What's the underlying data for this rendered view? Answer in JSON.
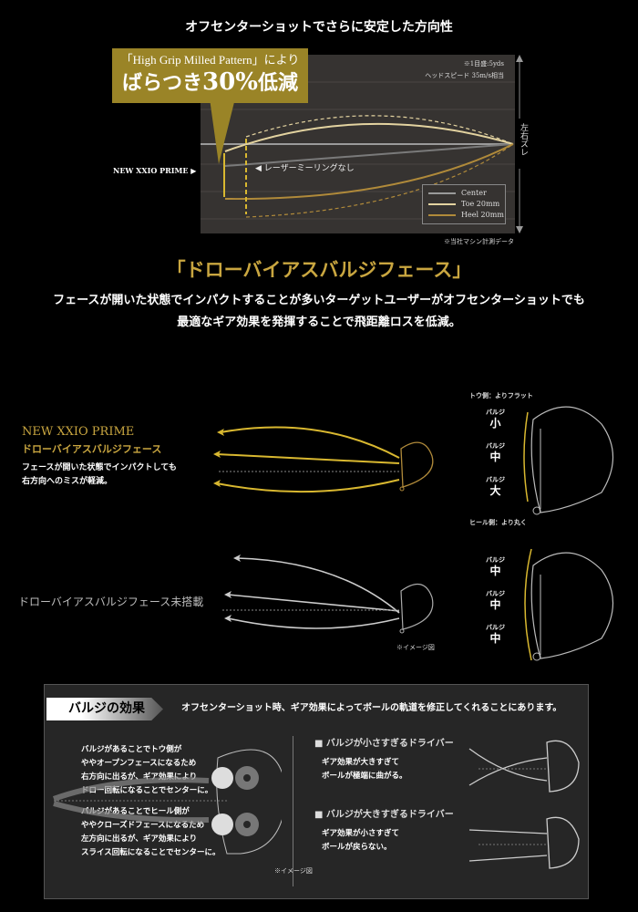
{
  "title": "オフセンターショットでさらに安定した方向性",
  "callout": {
    "line1": "「High Grip Milled Pattern」により",
    "line2_pre": "ばらつき",
    "line2_num": "30%",
    "line2_post": "低減"
  },
  "chart": {
    "note1": "※1目盛:5yds",
    "note2": "ヘッドスピード 35m/s相当",
    "axis_label": "左右ズレ",
    "left_label": "NEW XXIO PRIME ▶",
    "laser_label": "◀ レーザーミーリングなし",
    "source": "※当社マシン計測データ",
    "legend": [
      {
        "label": "Center",
        "color": "#9a9a9a"
      },
      {
        "label": "Toe 20mm",
        "color": "#e3d3a0"
      },
      {
        "label": "Heel 20mm",
        "color": "#b08a3a"
      }
    ]
  },
  "heading": "「ドローバイアスバルジフェース」",
  "paragraph": [
    "フェースが開いた状態でインパクトすることが多いターゲットユーザーがオフセンターショットでも",
    "最適なギア効果を発揮することで飛距離ロスを低減。"
  ],
  "compare": {
    "prime_title": "NEW XXIO PRIME",
    "prime_sub": "ドローバイアスバルジフェース",
    "prime_desc": [
      "フェースが開いた状態でインパクトしても",
      "右方向へのミスが軽減。"
    ],
    "other_title": "ドローバイアスバルジフェース未搭載",
    "image_note": "※イメージ図",
    "toe_label": "トウ側：よりフラット",
    "heel_label": "ヒール側：より丸く",
    "bulge": "バルジ",
    "prime_sizes": [
      "小",
      "中",
      "大"
    ],
    "other_sizes": [
      "中",
      "中",
      "中"
    ]
  },
  "effect": {
    "tag": "バルジの効果",
    "headline": "オフセンターショット時、ギア効果によってボールの軌道を修正してくれることにあります。",
    "toe_text": [
      "バルジがあることでトウ側が",
      "ややオープンフェースになるため",
      "右方向に出るが、ギア効果により",
      "ドロー回転になることでセンターに。"
    ],
    "heel_text": [
      "バルジがあることでヒール側が",
      "ややクローズドフェースになるため",
      "左方向に出るが、ギア効果により",
      "スライス回転になることでセンターに。"
    ],
    "image_note": "※イメージ図",
    "small_title": "■ バルジが小さすぎるドライバー",
    "small_desc": [
      "ギア効果が大きすぎて",
      "ボールが極端に曲がる。"
    ],
    "large_title": "■ バルジが大きすぎるドライバー",
    "large_desc": [
      "ギア効果が小さすぎて",
      "ボールが戻らない。"
    ]
  }
}
